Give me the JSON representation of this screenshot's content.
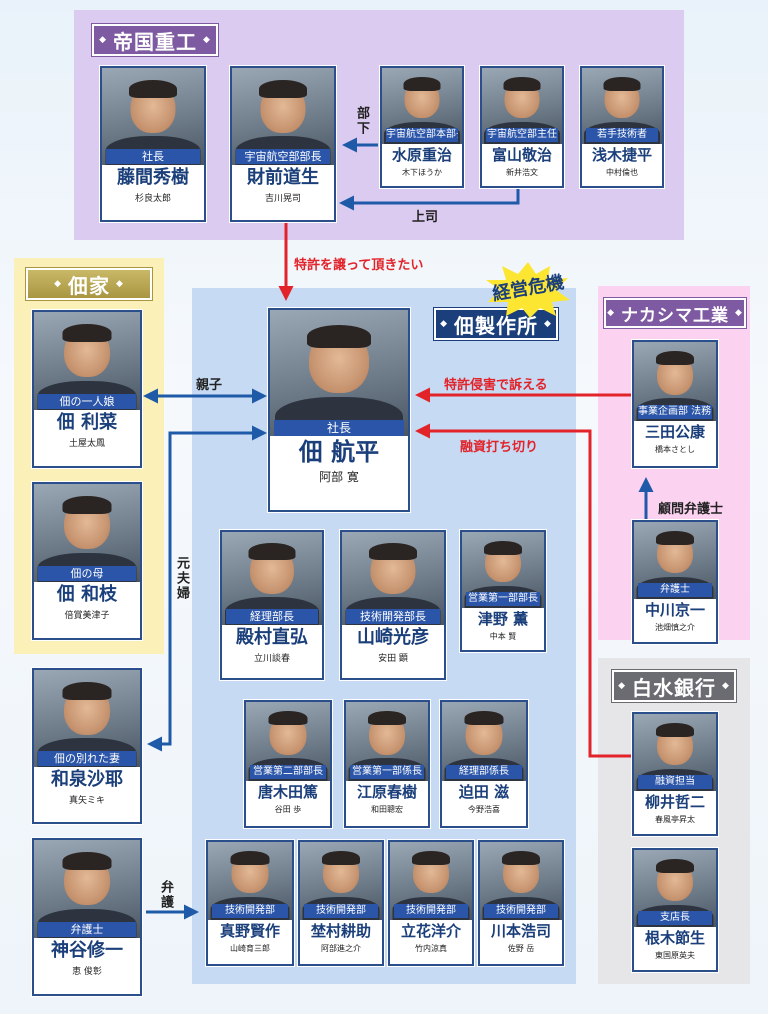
{
  "groups": {
    "teikoku": "帝国重工",
    "tsukuda_ie": "佃家",
    "tsukuda_seisaku": "佃製作所",
    "nakashima": "ナカシマ工業",
    "hakusui": "白水銀行"
  },
  "badge": "経営危機",
  "cards": {
    "fujima": {
      "role": "社長",
      "name": "藤間秀樹",
      "actor": "杉良太郎"
    },
    "zaizen": {
      "role": "宇宙航空部部長",
      "name": "財前道生",
      "actor": "吉川晃司"
    },
    "mizuhara": {
      "role": "宇宙航空部本部長",
      "name": "水原重治",
      "actor": "木下ほうか"
    },
    "tomiyama": {
      "role": "宇宙航空部主任",
      "name": "富山敬治",
      "actor": "新井浩文"
    },
    "asaki": {
      "role": "若手技術者",
      "name": "浅木捷平",
      "actor": "中村倫也"
    },
    "riho": {
      "role": "佃の一人娘",
      "name": "佃 利菜",
      "actor": "土屋太鳳"
    },
    "kazue": {
      "role": "佃の母",
      "name": "佃 和枝",
      "actor": "倍賞美津子"
    },
    "koutei": {
      "role": "社長",
      "name": "佃 航平",
      "actor": "阿部 寛"
    },
    "mita": {
      "role": "事業企画部 法務グループマネージャー",
      "name": "三田公康",
      "actor": "橋本さとし"
    },
    "nakagawa": {
      "role": "弁護士",
      "name": "中川京一",
      "actor": "池畑慎之介"
    },
    "tonomura": {
      "role": "経理部長",
      "name": "殿村直弘",
      "actor": "立川談春"
    },
    "yamasaki": {
      "role": "技術開発部長",
      "name": "山崎光彦",
      "actor": "安田 顕"
    },
    "tsuno": {
      "role": "営業第一部部長",
      "name": "津野 薫",
      "actor": "中本 賢"
    },
    "izumi": {
      "role": "佃の別れた妻",
      "name": "和泉沙耶",
      "actor": "真矢ミキ"
    },
    "karakida": {
      "role": "営業第二部部長",
      "name": "唐木田篤",
      "actor": "谷田 歩"
    },
    "ebara": {
      "role": "営業第一部係長",
      "name": "江原春樹",
      "actor": "和田聰宏"
    },
    "sakoda": {
      "role": "経理部係長",
      "name": "迫田 滋",
      "actor": "今野浩喜"
    },
    "yanagii": {
      "role": "融資担当",
      "name": "柳井哲二",
      "actor": "春風亭昇太"
    },
    "kamiya": {
      "role": "弁護士",
      "name": "神谷修一",
      "actor": "恵 俊彰"
    },
    "mano": {
      "role": "技術開発部",
      "name": "真野賢作",
      "actor": "山崎育三郎"
    },
    "hamura": {
      "role": "技術開発部",
      "name": "埜村耕助",
      "actor": "阿部進之介"
    },
    "tachibana": {
      "role": "技術開発部",
      "name": "立花洋介",
      "actor": "竹内涼真"
    },
    "kawamoto": {
      "role": "技術開発部",
      "name": "川本浩司",
      "actor": "佐野 岳"
    },
    "nezu": {
      "role": "支店長",
      "name": "根木節生",
      "actor": "東国原英夫"
    }
  },
  "relations": {
    "buka": "部下",
    "joushi": "上司",
    "tokkyo_yuzuru": "特許を譲って頂きたい",
    "oyako": "親子",
    "motofuufu": "元夫婦",
    "shingai": "特許侵害で訴える",
    "yuushi": "融資打ち切り",
    "komon": "顧問弁護士",
    "bengo": "弁護"
  },
  "colors": {
    "teikoku_bg": "#dccbf1",
    "tsukuda_ie_bg": "#fbf1b8",
    "tsukuda_seisaku_bg": "#c6dbf3",
    "nakashima_bg": "#fbd3f1",
    "hakusui_bg": "#e6e6e9",
    "arrow_blue": "#1e5aa8",
    "arrow_red": "#e2232a",
    "badge_yellow": "#fde632"
  }
}
